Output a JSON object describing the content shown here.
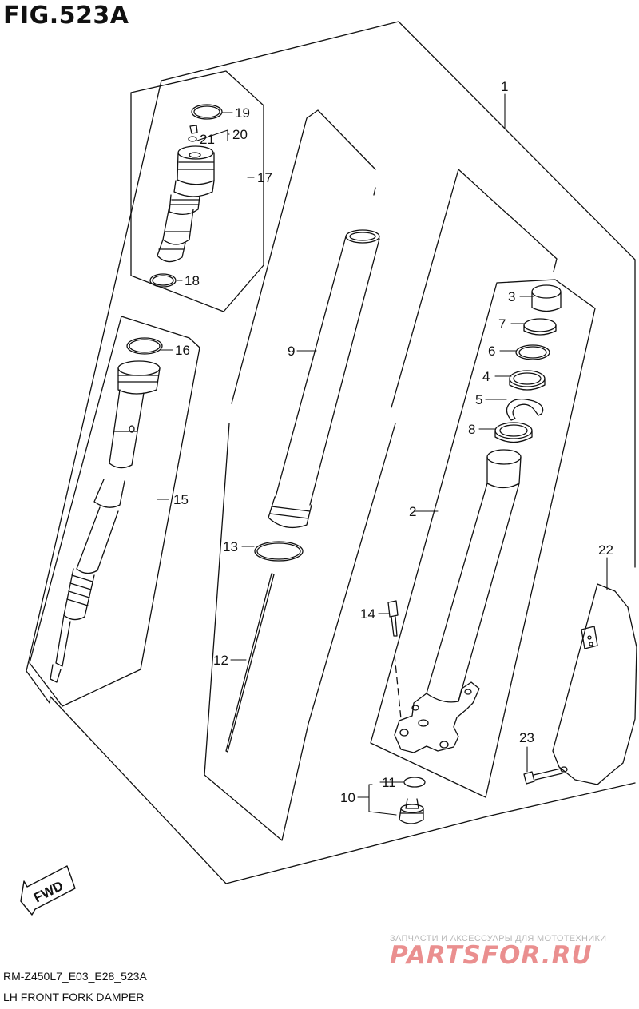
{
  "title": "FIG.523A",
  "footer": {
    "code": "RM-Z450L7_E03_E28_523A",
    "description": "LH FRONT FORK DAMPER"
  },
  "watermark": {
    "tagline": "ЗАПЧАСТИ И АКСЕССУАРЫ ДЛЯ МОТОТЕХНИКИ",
    "logo": "PARTSFOR.RU"
  },
  "fwd_label": "FWD",
  "callouts": {
    "c1": "1",
    "c2": "2",
    "c3": "3",
    "c4": "4",
    "c5": "5",
    "c6": "6",
    "c7": "7",
    "c8": "8",
    "c9": "9",
    "c10": "10",
    "c11": "11",
    "c12": "12",
    "c13": "13",
    "c14": "14",
    "c15": "15",
    "c16": "16",
    "c17": "17",
    "c18": "18",
    "c19": "19",
    "c20": "20",
    "c21": "21",
    "c22": "22",
    "c23": "23"
  },
  "colors": {
    "line": "#111111",
    "fill": "#ffffff",
    "watermark_red": "#ea8f8f",
    "watermark_grey": "#b8b8b8"
  }
}
